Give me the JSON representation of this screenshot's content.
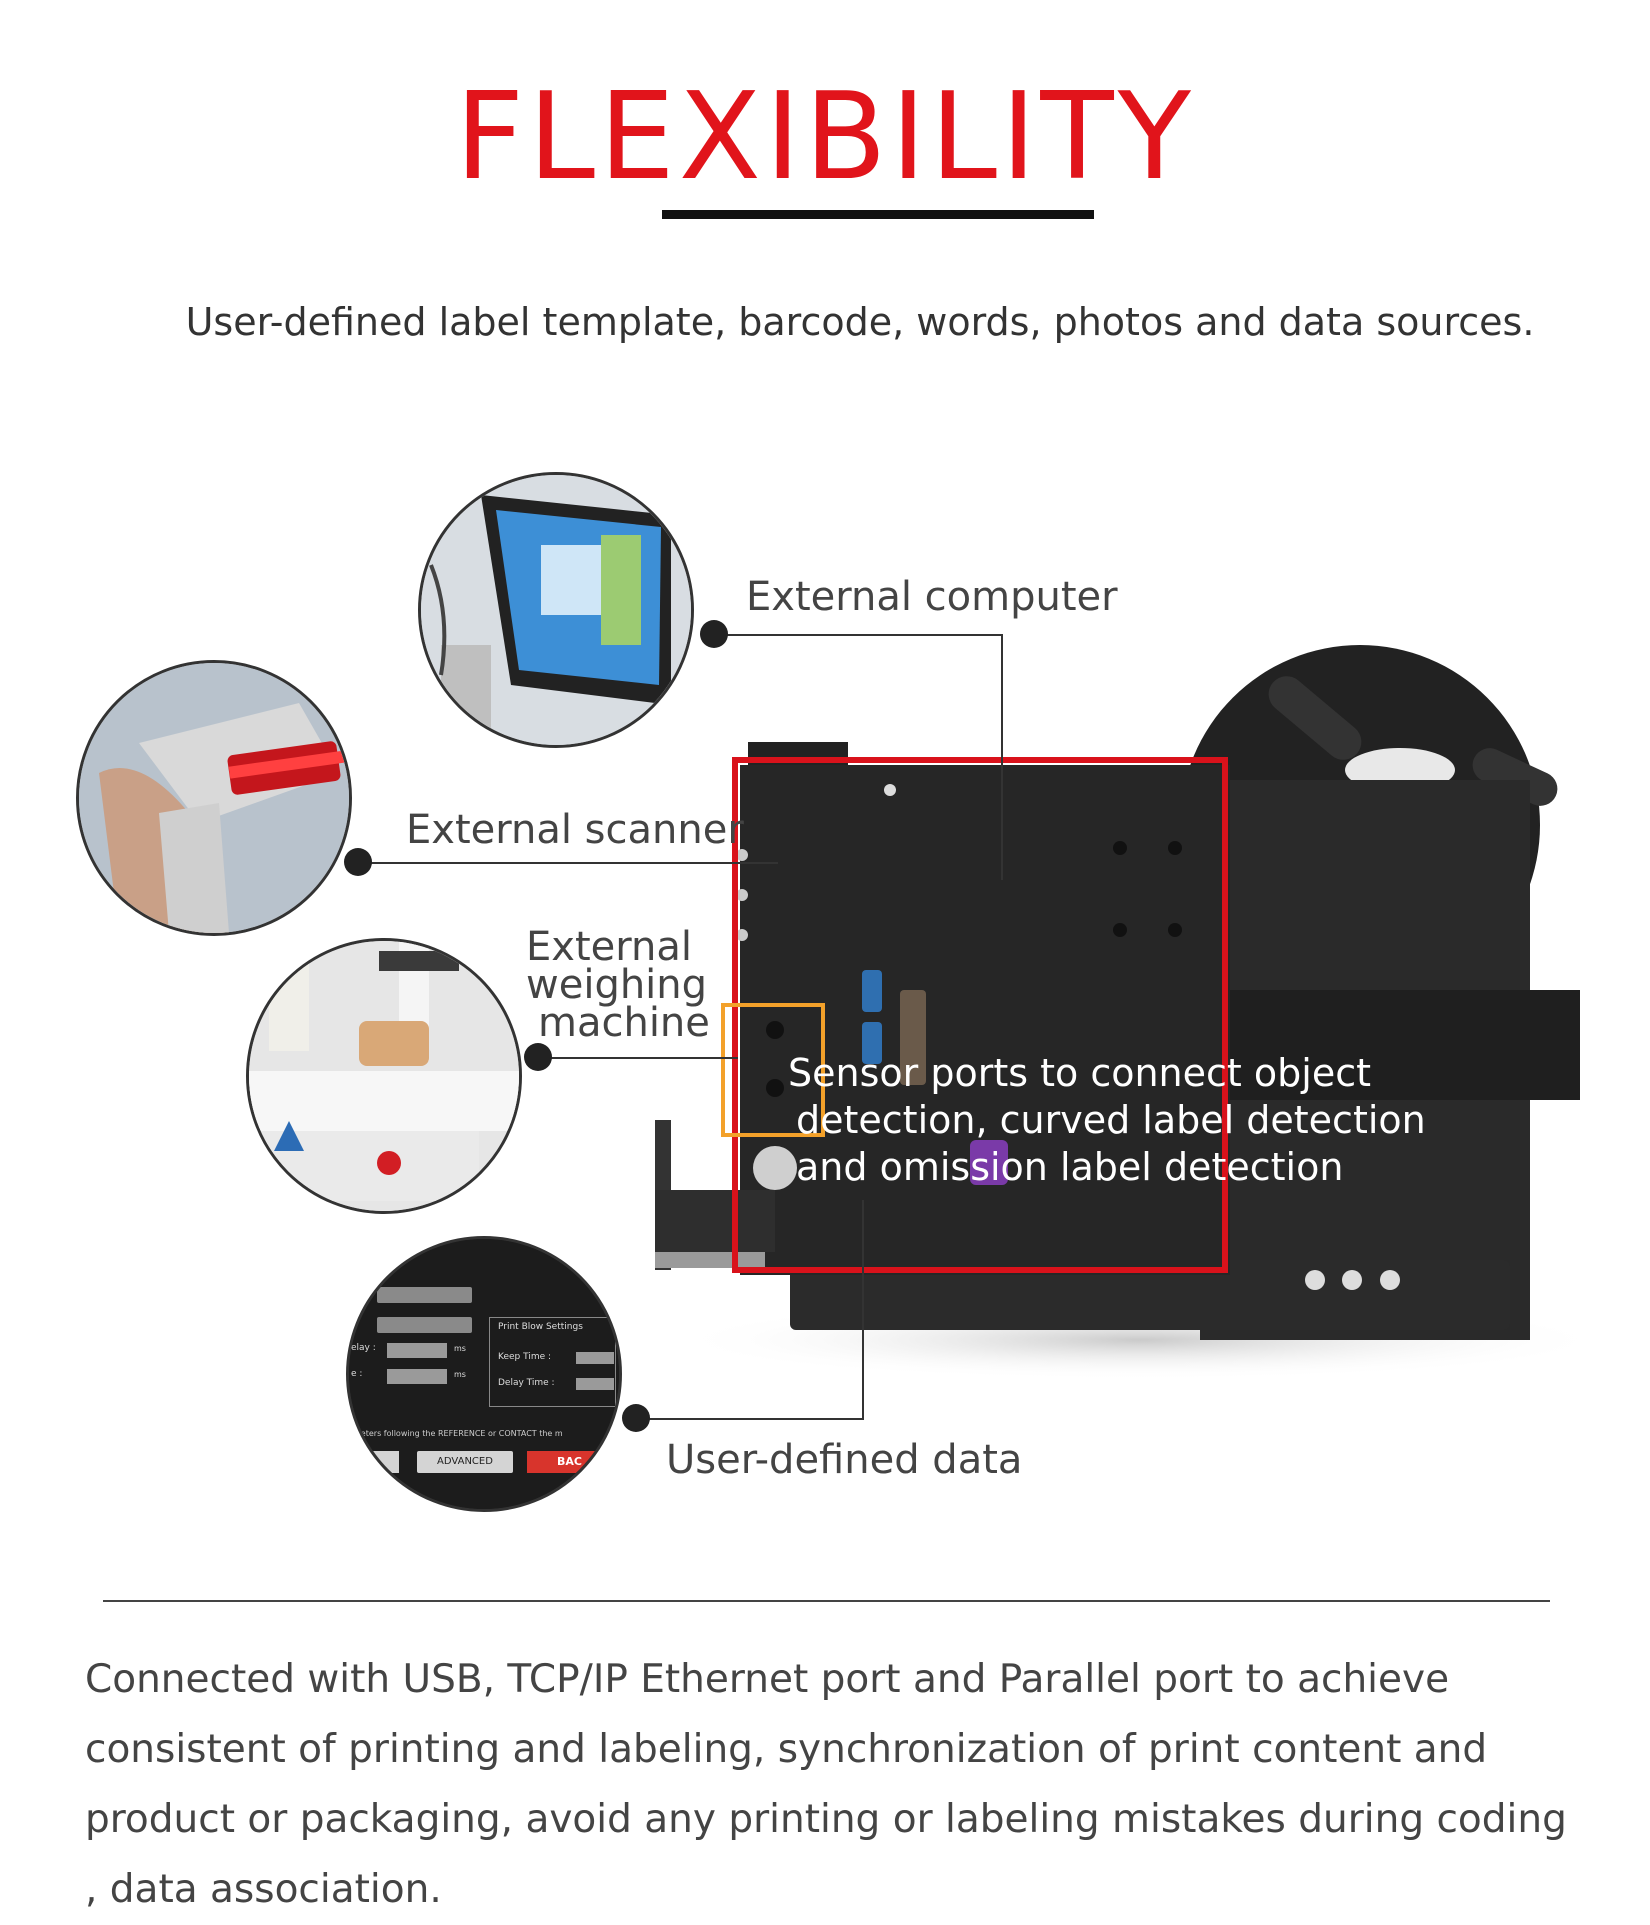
{
  "header": {
    "title": "FLEXIBILITY",
    "subtitle": "User-defined label template, barcode, words, photos and data sources."
  },
  "callouts": {
    "external_computer": "External computer",
    "external_scanner": "External scanner",
    "external_weighing_line1": "External",
    "external_weighing_line2": "weighing",
    "external_weighing_line3": "machine",
    "user_defined_data": "User-defined data"
  },
  "sensor_ports": {
    "line1": "Sensor ports to connect object",
    "line2": "detection, curved label detection",
    "line3": "and omission label detection"
  },
  "screen_panel": {
    "group_title": "Print Blow Settings",
    "keep_time": "Keep Time :",
    "delay_time": "Delay Time :",
    "unit_ms": "ms",
    "label_delay": "elay :",
    "label_e": "e :",
    "footer_text": "meters following the REFERENCE or CONTACT the m",
    "advanced_button": "ADVANCED",
    "back_button": "BAC"
  },
  "description": "Connected with USB, TCP/IP Ethernet port and Parallel port to achieve consistent of printing and labeling, synchronization of print content and product or packaging, avoid any printing or labeling mistakes during coding , data association.",
  "colors": {
    "title_red": "#e1141b",
    "highlight_red": "#d9121b",
    "highlight_orange": "#f3a12a",
    "machine_black": "#262626",
    "dot": "#222222"
  }
}
